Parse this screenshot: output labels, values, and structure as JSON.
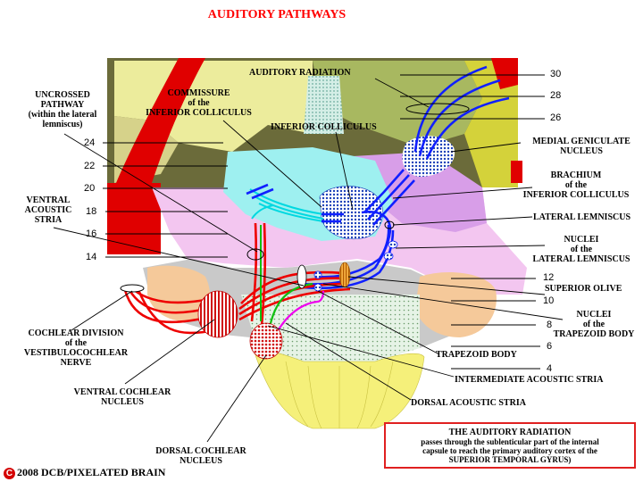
{
  "title": "AUDITORY PATHWAYS",
  "labels": {
    "auditory_radiation": "AUDITORY RADIATION",
    "commissure_l1": "COMMISSURE",
    "commissure_l2": "of the",
    "commissure_l3": "INFERIOR COLLICULUS",
    "uncrossed_l1": "UNCROSSED",
    "uncrossed_l2": "PATHWAY",
    "uncrossed_l3": "(within the lateral",
    "uncrossed_l4": "lemniscus)",
    "inferior_colliculus": "INFERIOR COLLICULUS",
    "mgn_l1": "MEDIAL GENICULATE",
    "mgn_l2": "NUCLEUS",
    "brachium_l1": "BRACHIUM",
    "brachium_l2": "of the",
    "brachium_l3": "INFERIOR COLLICULUS",
    "ventral_stria_l1": "VENTRAL",
    "ventral_stria_l2": "ACOUSTIC",
    "ventral_stria_l3": "STRIA",
    "lateral_lemniscus": "LATERAL LEMNISCUS",
    "nll_l1": "NUCLEI",
    "nll_l2": "of the",
    "nll_l3": "LATERAL LEMNISCUS",
    "superior_olive": "SUPERIOR OLIVE",
    "ntb_l1": "NUCLEI",
    "ntb_l2": "of the",
    "ntb_l3": "TRAPEZOID BODY",
    "cochlear_l1": "COCHLEAR DIVISION",
    "cochlear_l2": "of the",
    "cochlear_l3": "VESTIBULOCOCHLEAR",
    "cochlear_l4": "NERVE",
    "trapezoid_body": "TRAPEZOID BODY",
    "intermediate_stria": "INTERMEDIATE ACOUSTIC STRIA",
    "vcn_l1": "VENTRAL COCHLEAR",
    "vcn_l2": "NUCLEUS",
    "dorsal_stria": "DORSAL ACOUSTIC STRIA",
    "dcn_l1": "DORSAL COCHLEAR",
    "dcn_l2": "NUCLEUS"
  },
  "levels_left": [
    "24",
    "22",
    "20",
    "18",
    "16",
    "14"
  ],
  "levels_right": [
    "30",
    "28",
    "26",
    "12",
    "10",
    "8",
    "6",
    "4"
  ],
  "note": {
    "heading": "THE AUDITORY RADIATION",
    "line1": "passes through the sublenticular part of the internal",
    "line2": "capsule to reach the primary auditory cortex of the",
    "line3": "SUPERIOR TEMPORAL GYRUS)"
  },
  "copyright": "2008  DCB/PIXELATED BRAIN",
  "copyright_symbol": "C",
  "colors": {
    "title": "#ff0000",
    "crossed_pathway": "#ff0000",
    "uncrossed_pathway": "#0000ff",
    "dorsal_stria_fiber": "#ff00ff",
    "intermediate_stria_fiber": "#00cc00",
    "commissure": "#00ffff"
  }
}
